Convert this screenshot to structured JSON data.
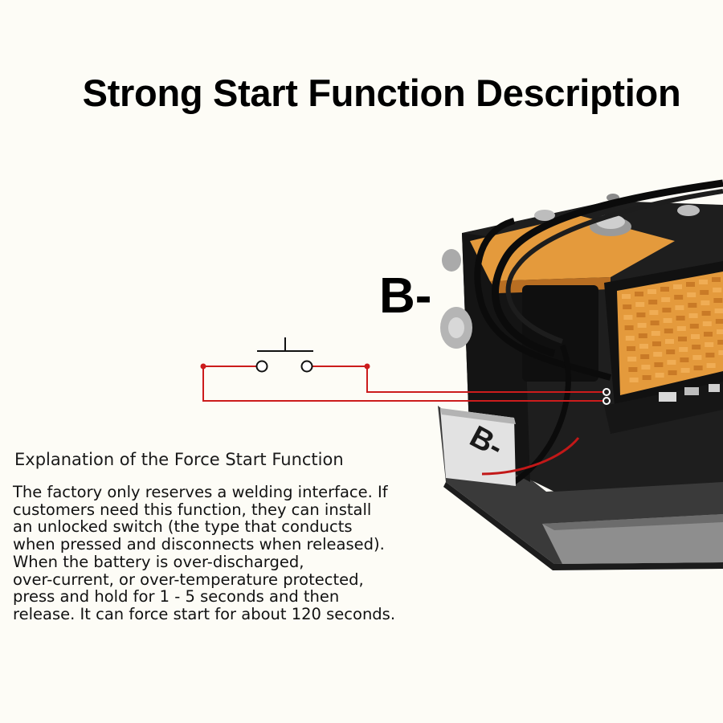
{
  "title": "Strong Start Function Description",
  "terminal_label": "B-",
  "plate_label": "B-",
  "explanation": {
    "heading": "Explanation of the Force Start Function",
    "lines": [
      "The factory only reserves a welding interface. If",
      "customers need this function, they can install",
      "an unlocked switch (the type that conducts",
      "when pressed and disconnects when released).",
      "When the battery is over-discharged,",
      "over-current, or over-temperature protected,",
      "press and hold for 1 - 5 seconds and then",
      "release. It can force start for about 120 seconds."
    ]
  },
  "colors": {
    "background": "#fdfcf6",
    "wire": "#cc1c1c",
    "copper": "#e49a3c",
    "metal": "#2a2a2a"
  }
}
